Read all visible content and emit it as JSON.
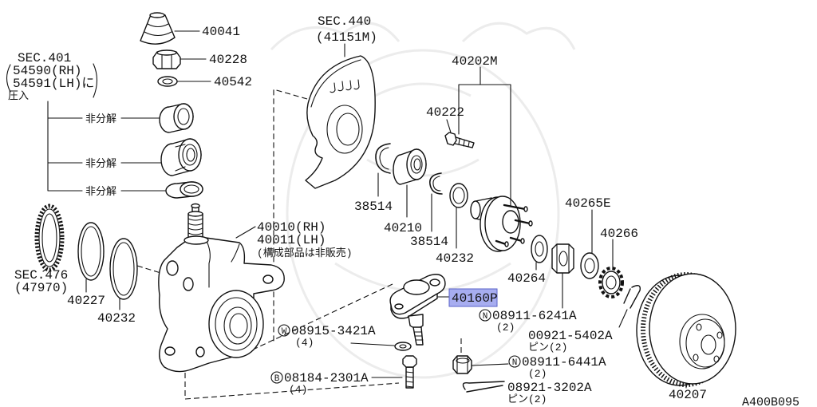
{
  "diagram": {
    "colors": {
      "highlight_fill": "#a7adf0",
      "highlight_border": "#5a62c8",
      "line": "#111111",
      "watermark": "#ececec"
    },
    "id_label": "A400B095",
    "callouts": {
      "boot": "40041",
      "nut_top": "40228",
      "washer_top": "40542",
      "sec401": {
        "title": "SEC.401",
        "rh": "54590(RH)",
        "lh": "54591(LH)に",
        "note": "圧入"
      },
      "non_disassembly": [
        "非分解",
        "非分解",
        "非分解"
      ],
      "sec440": {
        "title": "SEC.440",
        "code": "(41151M)"
      },
      "hub": "40202M",
      "hub_bolt": "40222",
      "snap_ring_a": "38514",
      "bearing": "40210",
      "snap_ring_b": "38514",
      "seal_right": "40232",
      "washer_40265e": "40265E",
      "cap": "40266",
      "washer_40264": "40264",
      "knuckle": {
        "rh": "40010(RH)",
        "lh": "40011(LH)",
        "note": "(構成部品は非販売)"
      },
      "sec476": {
        "title": "SEC.476",
        "code": "(47970)"
      },
      "ring_40227": "40227",
      "seal_left": "40232",
      "ball_joint": {
        "label": "40160P",
        "highlighted": true
      },
      "nut_n1": {
        "prefix": "N",
        "code": "08911-6241A",
        "qty": "(2)"
      },
      "pin_1": {
        "code": "00921-5402A",
        "qty": "ピン(2)"
      },
      "washer_w": {
        "prefix": "W",
        "code": "08915-3421A",
        "qty": "(4)"
      },
      "nut_n2": {
        "prefix": "N",
        "code": "08911-6441A",
        "qty": "(2)"
      },
      "bolt_b": {
        "prefix": "B",
        "code": "08184-2301A",
        "qty": "(4)"
      },
      "pin_2": {
        "code": "08921-3202A",
        "qty": "ピン(2)"
      },
      "disc": "40207"
    }
  }
}
